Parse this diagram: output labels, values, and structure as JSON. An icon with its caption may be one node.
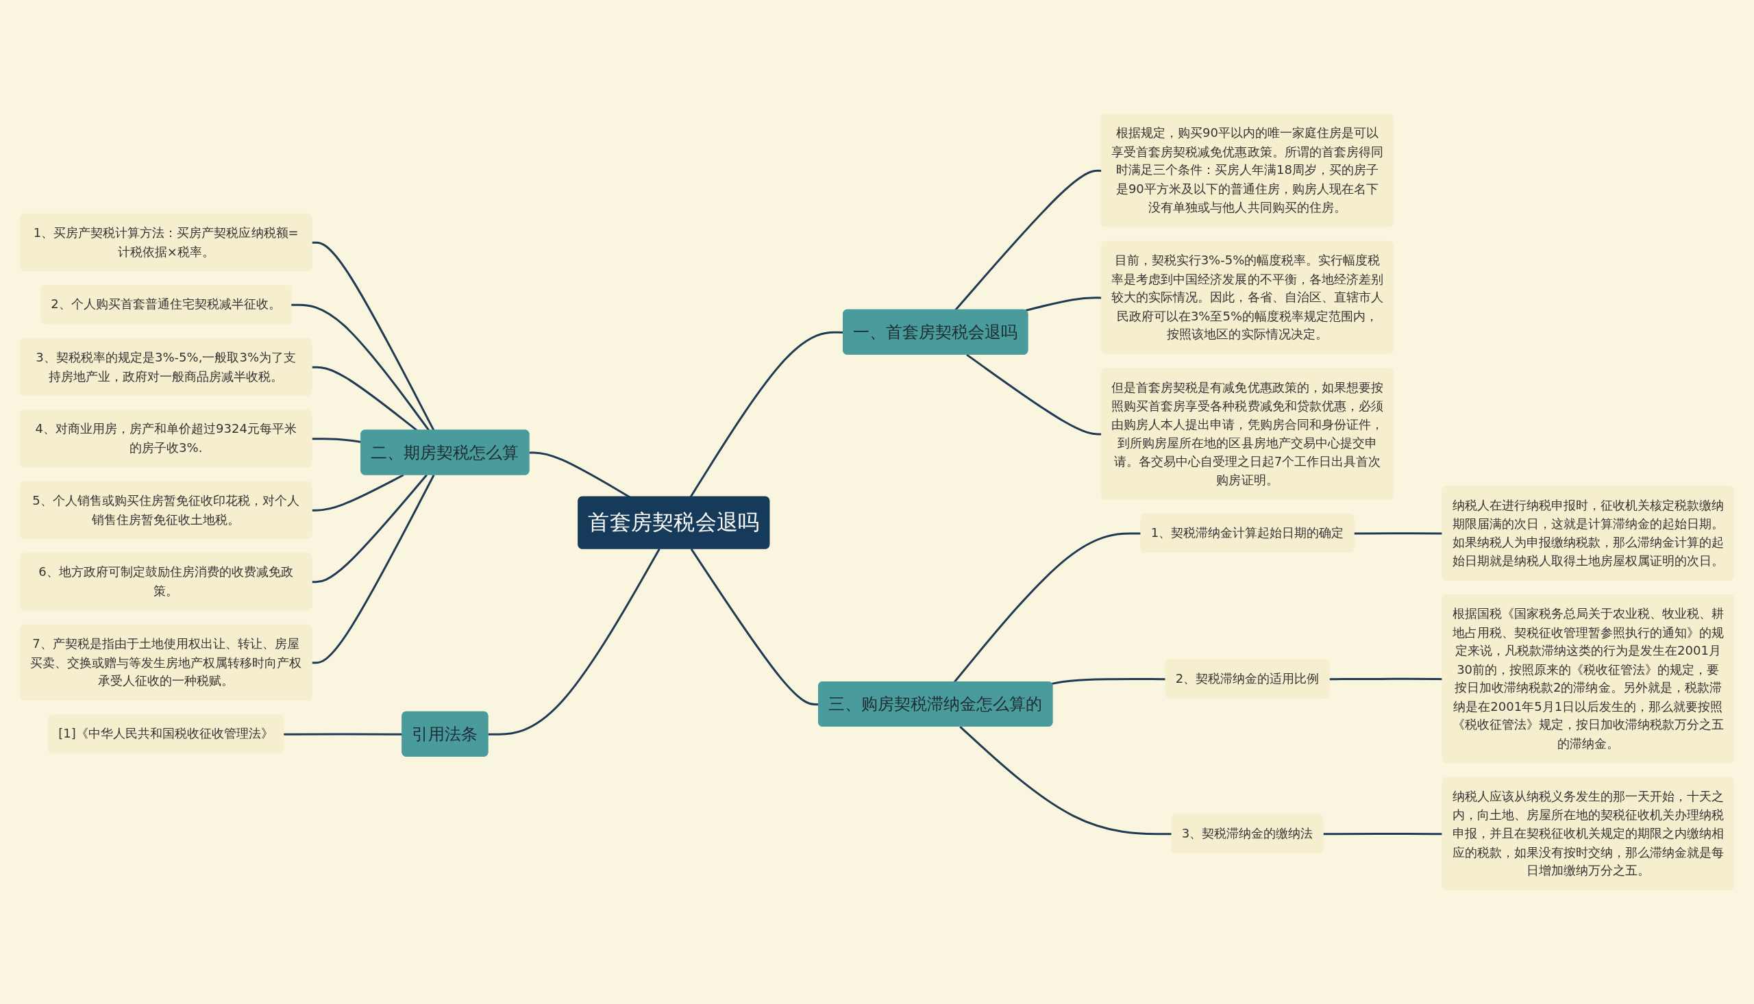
{
  "diagram": {
    "nodes": [
      {
        "text": [
          "首套房契税会退吗"
        ]
      },
      {
        "text": [
          "一、首套房契税会退吗"
        ]
      },
      {
        "text": [
          "根据规定，购买90平以内的唯一家庭住房是可以享受首套房契税减免优惠政策。所谓的首套房得同时满足三个条件：买房人年满18周岁，买的房子是90平方米及以下的普通住房，购房人现在名下没有单独或与他人共同购买的住房。"
        ]
      },
      {
        "text": [
          "目前，契税实行3%-5%的幅度税率。实行幅度税率是考虑到中国经济发展的不平衡，各地经济差别较大的实际情况。因此，各省、自治区、直辖市人民政府可以在3%至5%的幅度税率规定范围内，按照该地区的实际情况决定。"
        ]
      },
      {
        "text": [
          "但是首套房契税是有减免优惠政策的，如果想要按照购买首套房享受各种税费减免和贷款优惠，必须由购房人本人提出申请，凭购房合同和身份证件，到所购房屋所在地的区县房地产交易中心提交申请。各交易中心自受理之日起7个工作日出具首次购房证明。"
        ]
      },
      {
        "text": [
          "三、购房契税滞纳金怎么算的"
        ]
      },
      {
        "text": [
          "1、契税滞纳金计算起始日期的确定"
        ]
      },
      {
        "text": [
          "纳税人在进行纳税申报时，征收机关核定税款缴纳期限届满的次日，这就是计算滞纳金的起始日期。如果纳税人为申报缴纳税款，那么滞纳金计算的起始日期就是纳税人取得土地房屋权属证明的次日。"
        ]
      },
      {
        "text": [
          "2、契税滞纳金的适用比例"
        ]
      },
      {
        "text": [
          "根据国税《国家税务总局关于农业税、牧业税、耕地占用税、契税征收管理暂参照执行的通知》的规定来说，凡税款滞纳这类的行为是发生在2001月30前的，按照原来的《税收征管法》的规定，要按日加收滞纳税款2的滞纳金。另外就是，税款滞纳是在2001年5月1日以后发生的，那么就要按照《税收征管法》规定，按日加收滞纳税款万分之五的滞纳金。"
        ]
      },
      {
        "text": [
          "3、契税滞纳金的缴纳法"
        ]
      },
      {
        "text": [
          "纳税人应该从纳税义务发生的那一天开始，十天之内，向土地、房屋所在地的契税征收机关办理纳税申报，并且在契税征收机关规定的期限之内缴纳相应的税款，如果没有按时交纳，那么滞纳金就是每日增加缴纳万分之五。"
        ]
      },
      {
        "text": [
          "二、期房契税怎么算"
        ]
      },
      {
        "text": [
          "1、买房产契税计算方法：买房产契税应纳税额=计税依据×税率。"
        ]
      },
      {
        "text": [
          "2、个人购买首套普通住宅契税减半征收。"
        ]
      },
      {
        "text": [
          "3、契税税率的规定是3%-5%,一般取3%为了支持房地产业，政府对一般商品房减半收税。"
        ]
      },
      {
        "text": [
          "4、对商业用房，房产和单价超过9324元每平米的房子收3%."
        ]
      },
      {
        "text": [
          "5、个人销售或购买住房暂免征收印花税，对个人销售住房暂免征收土地税。"
        ]
      },
      {
        "text": [
          "6、地方政府可制定鼓励住房消费的收费减免政策。"
        ]
      },
      {
        "text": [
          "7、产契税是指由于土地使用权出让、转让、房屋买卖、交换或赠与等发生房地产权属转移时向产权承受人征收的一种税赋。"
        ]
      },
      {
        "text": [
          "引用法条"
        ]
      },
      {
        "text": [
          "[1]《中华人民共和国税收征收管理法》"
        ]
      }
    ],
    "edges": [
      {
        "from": 0,
        "to": 1,
        "arrow": "none"
      },
      {
        "from": 1,
        "to": 2,
        "arrow": "none"
      },
      {
        "from": 1,
        "to": 3,
        "arrow": "none"
      },
      {
        "from": 1,
        "to": 4,
        "arrow": "none"
      },
      {
        "from": 0,
        "to": 5,
        "arrow": "none"
      },
      {
        "from": 5,
        "to": 6,
        "arrow": "none"
      },
      {
        "from": 6,
        "to": 7,
        "arrow": "none"
      },
      {
        "from": 5,
        "to": 8,
        "arrow": "none"
      },
      {
        "from": 8,
        "to": 9,
        "arrow": "none"
      },
      {
        "from": 5,
        "to": 10,
        "arrow": "none"
      },
      {
        "from": 10,
        "to": 11,
        "arrow": "none"
      },
      {
        "from": 0,
        "to": 12,
        "arrow": "none"
      },
      {
        "from": 12,
        "to": 13,
        "arrow": "none"
      },
      {
        "from": 12,
        "to": 14,
        "arrow": "none"
      },
      {
        "from": 12,
        "to": 15,
        "arrow": "none"
      },
      {
        "from": 12,
        "to": 16,
        "arrow": "none"
      },
      {
        "from": 12,
        "to": 17,
        "arrow": "none"
      },
      {
        "from": 12,
        "to": 18,
        "arrow": "none"
      },
      {
        "from": 12,
        "to": 19,
        "arrow": "none"
      },
      {
        "from": 0,
        "to": 20,
        "arrow": "none"
      },
      {
        "from": 20,
        "to": 21,
        "arrow": "none"
      }
    ]
  }
}
